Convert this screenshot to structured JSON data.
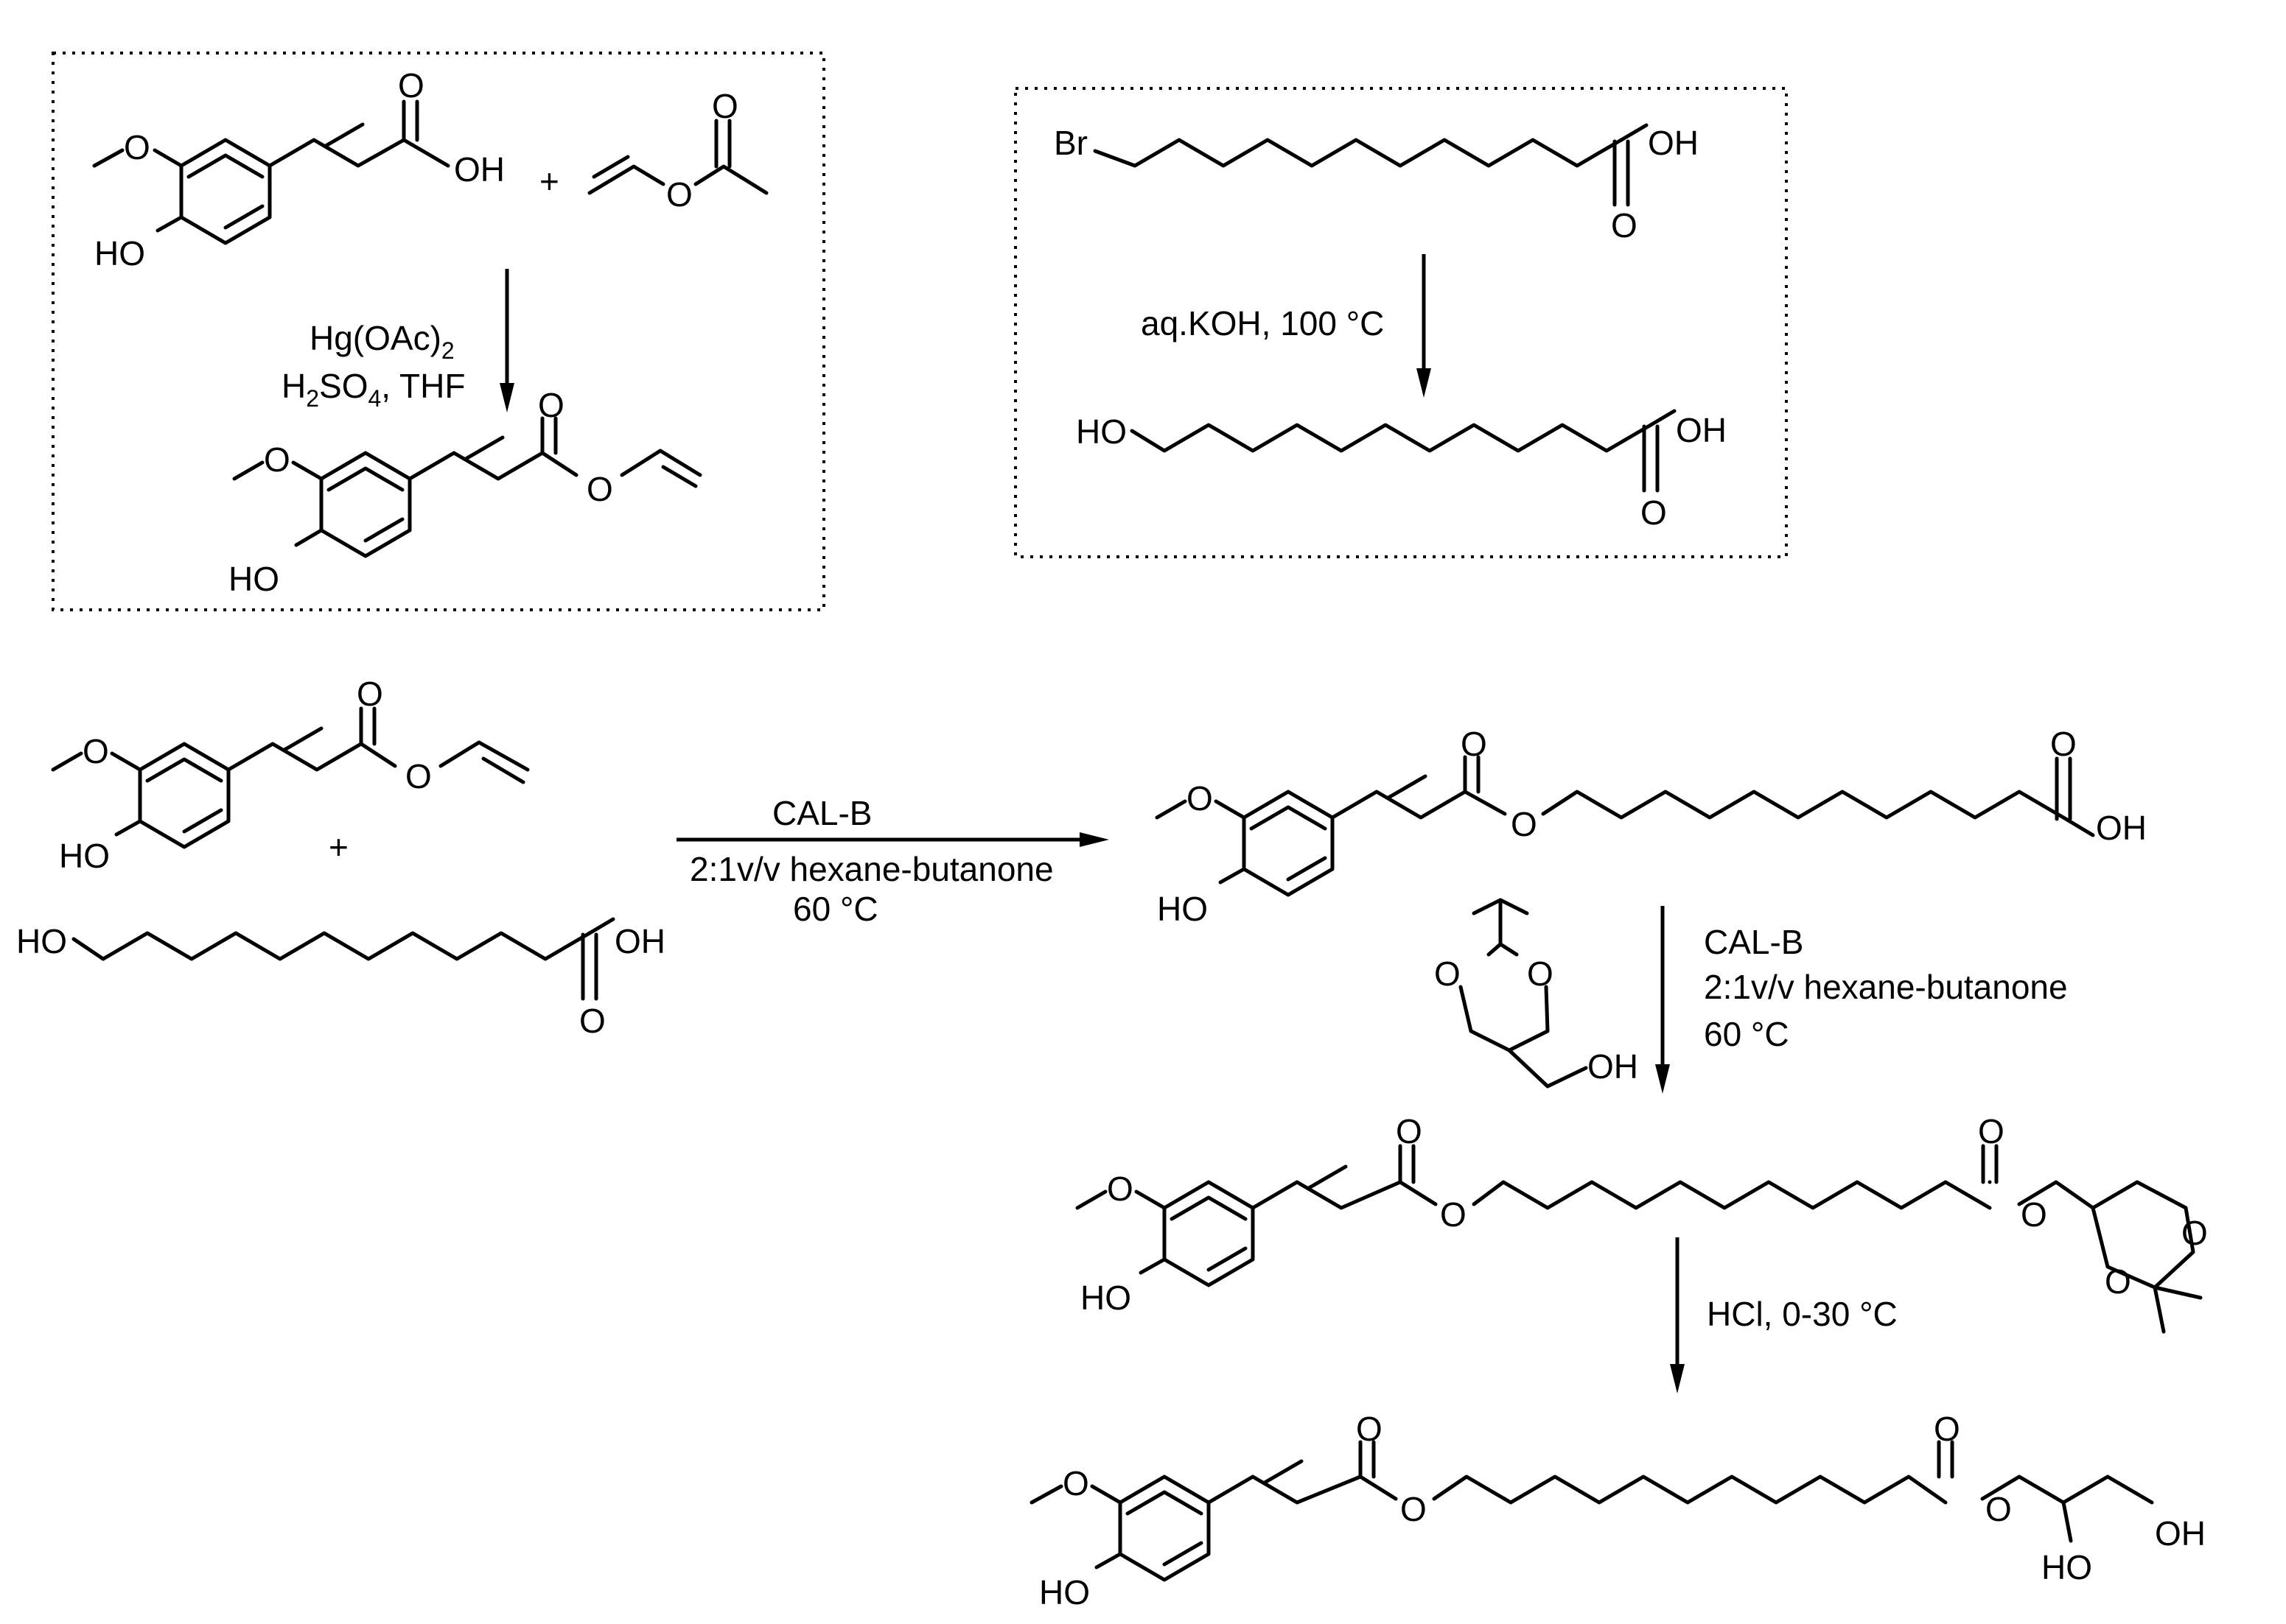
{
  "atoms": {
    "O": "O",
    "OH": "OH",
    "HO": "HO",
    "Br": "Br",
    "plus": "+"
  },
  "conditions": {
    "hg_line1": "Hg(OAc)",
    "hg_sub": "2",
    "h2so4_h": "H",
    "h2so4_sub2": "2",
    "h2so4_so": "SO",
    "h2so4_sub4": "4",
    "h2so4_thf": ", THF",
    "koh": "aq.KOH, 100 °C",
    "calb": "CAL-B",
    "solvent": "2:1v/v hexane-butanone",
    "temp": "60 °C",
    "hcl": "HCl, 0-30 °C"
  }
}
